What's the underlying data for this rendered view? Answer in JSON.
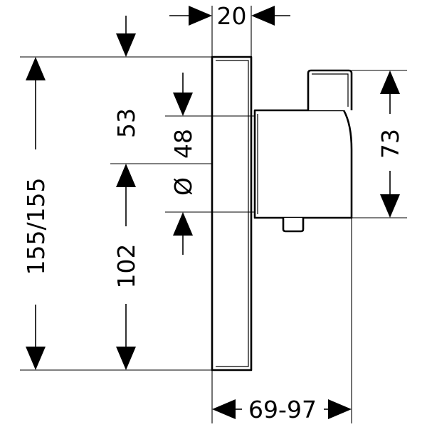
{
  "dimensions": {
    "depth_plate": "20",
    "total_height": "155/155",
    "upper_offset": "53",
    "diameter_symbol": "Ø",
    "diameter_value": "48",
    "lower_offset": "102",
    "valve_height": "73",
    "installation_depth": "69-97"
  }
}
